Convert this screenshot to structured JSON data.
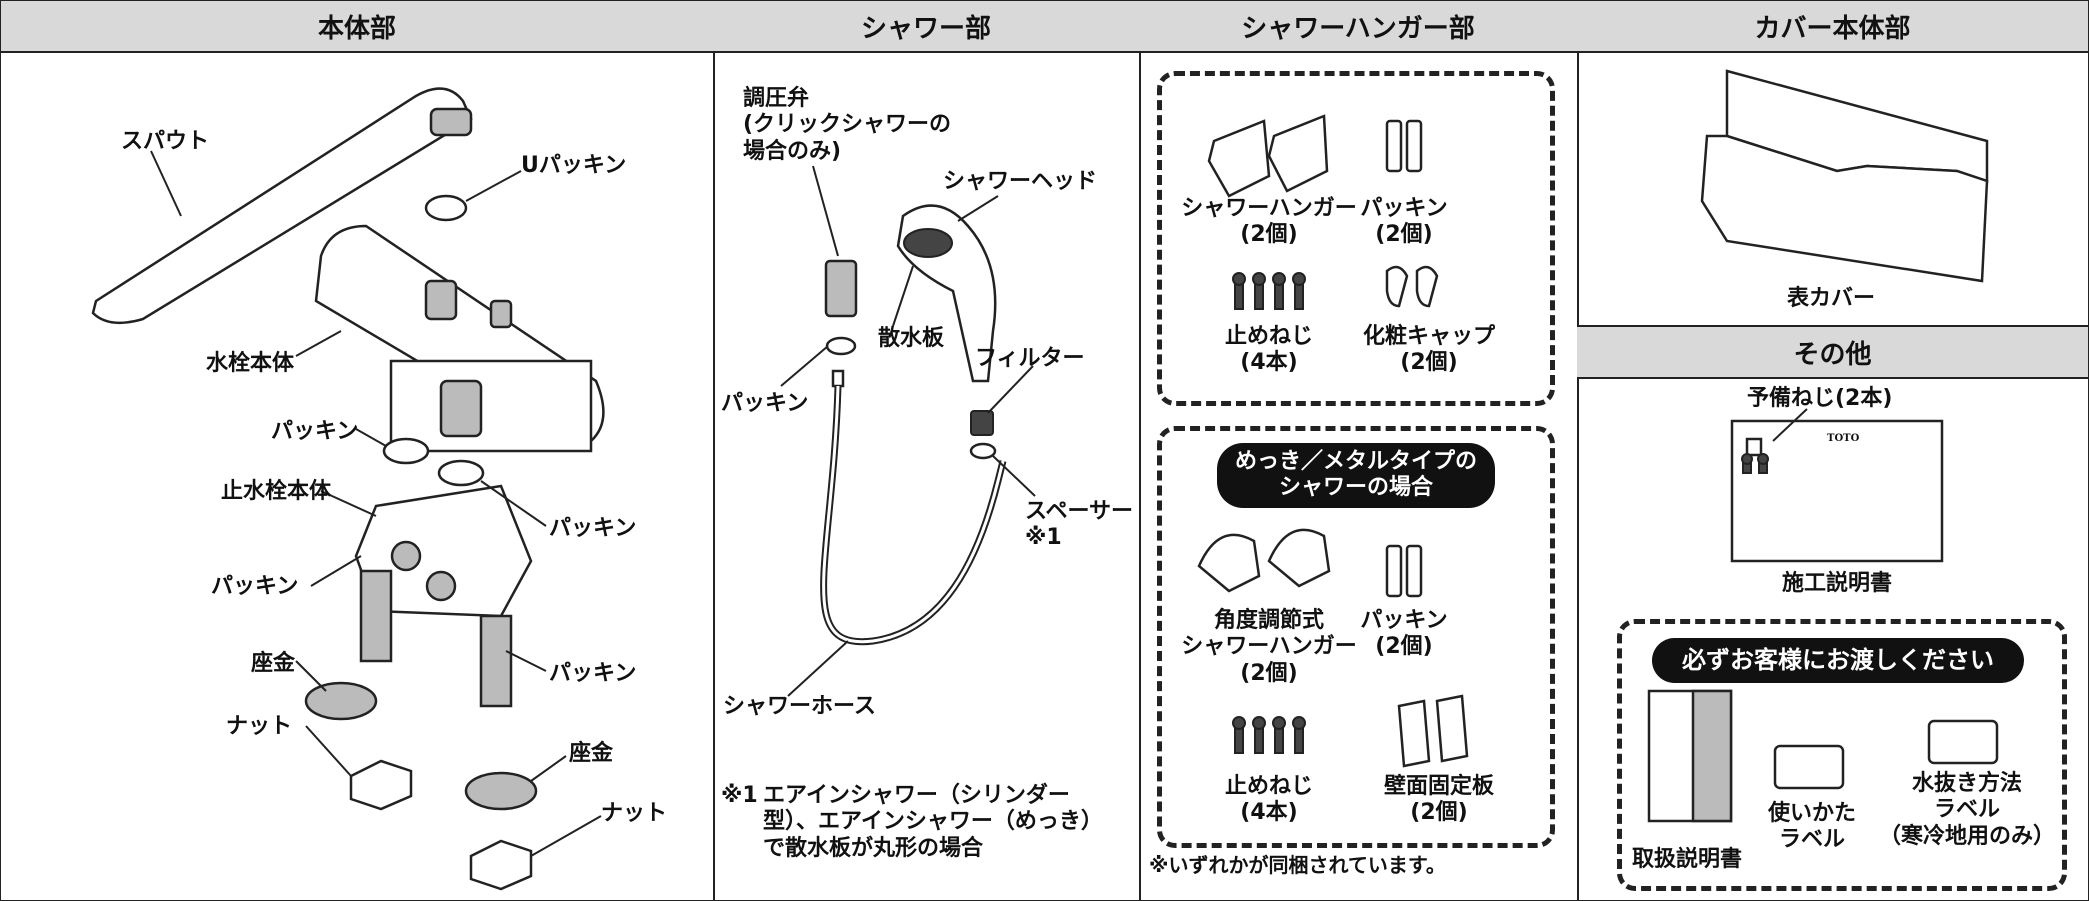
{
  "headers": {
    "main_body": "本体部",
    "shower": "シャワー部",
    "shower_hanger": "シャワーハンガー部",
    "cover_body": "カバー本体部",
    "other": "その他"
  },
  "main_body": {
    "spout": "スパウト",
    "u_packing": "Uパッキン",
    "faucet_body": "水栓本体",
    "packing_1": "パッキン",
    "packing_2": "パッキン",
    "stop_valve_body": "止水栓本体",
    "packing_3": "パッキン",
    "packing_4": "パッキン",
    "washer_1": "座金",
    "nut_1": "ナット",
    "washer_2": "座金",
    "nut_2": "ナット"
  },
  "shower": {
    "regulator": "調圧弁\n(クリックシャワーの\n場合のみ)",
    "shower_head": "シャワーヘッド",
    "spray_plate": "散水板",
    "filter": "フィルター",
    "packing": "パッキン",
    "spacer": "スペーサー\n※1",
    "shower_hose": "シャワーホース",
    "footnote_mark": "※1",
    "footnote": "エアインシャワー（シリンダー\n型）、エアインシャワー（めっき）\nで散水板が丸形の場合"
  },
  "hanger": {
    "hanger": "シャワーハンガー\n(2個)",
    "packing": "パッキン\n(2個)",
    "screw": "止めねじ\n(4本)",
    "cap": "化粧キャップ\n(2個)",
    "plated_title": "めっき／メタルタイプの\nシャワーの場合",
    "angle_hanger": "角度調節式\nシャワーハンガー\n(2個)",
    "packing_plated": "パッキン\n(2個)",
    "screw_plated": "止めねじ\n(4本)",
    "wall_plate": "壁面固定板\n(2個)",
    "note": "※いずれかが同梱されています。"
  },
  "cover": {
    "front_cover": "表カバー"
  },
  "other": {
    "spare_screws": "予備ねじ(2本)",
    "install_manual": "施工説明書",
    "brand_small": "TOTO",
    "handover_title": "必ずお客様にお渡しください",
    "user_manual": "取扱説明書",
    "usage_label": "使いかた\nラベル",
    "drain_label": "水抜き方法\nラベル\n（寒冷地用のみ）"
  }
}
